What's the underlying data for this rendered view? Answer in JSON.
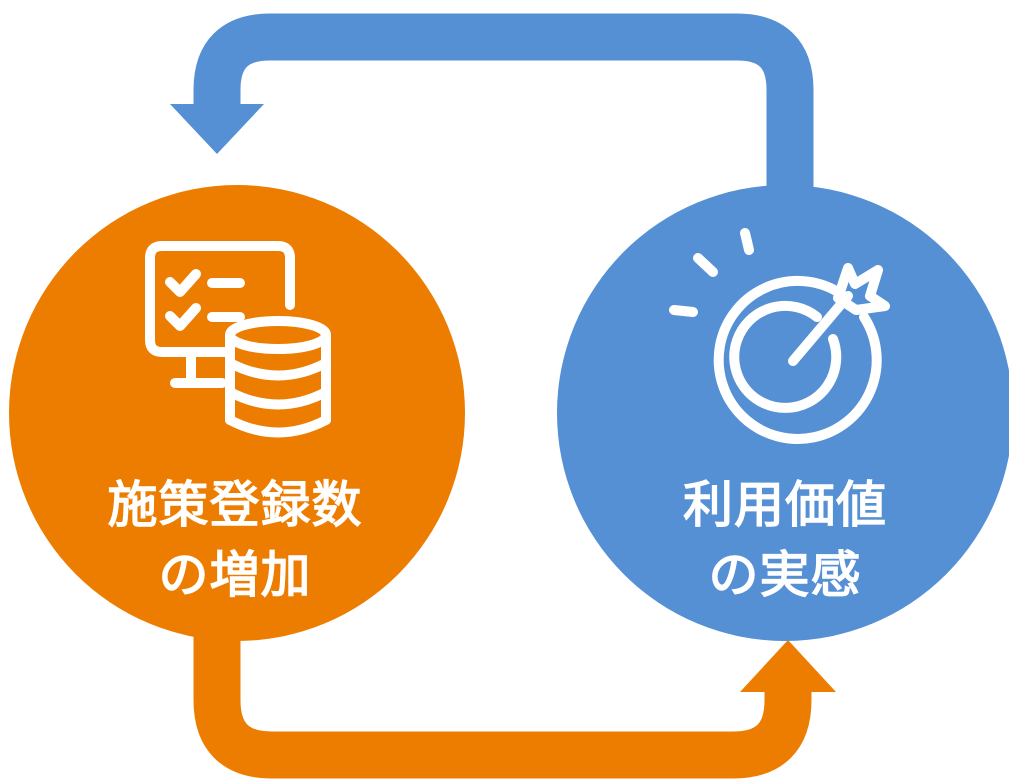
{
  "colors": {
    "orange": "#ED7D00",
    "blue": "#5590D5",
    "icon_stroke": "#ffffff",
    "background": "#ffffff"
  },
  "nodes": {
    "left": {
      "icon": "checklist-database-icon",
      "line1": "施策登録数",
      "line2": "の増加"
    },
    "right": {
      "icon": "target-arrow-icon",
      "line1": "利用価値",
      "line2": "の実感"
    }
  },
  "arrows": {
    "top": {
      "from": "right",
      "to": "left",
      "color": "blue"
    },
    "bottom": {
      "from": "left",
      "to": "right",
      "color": "orange"
    }
  }
}
